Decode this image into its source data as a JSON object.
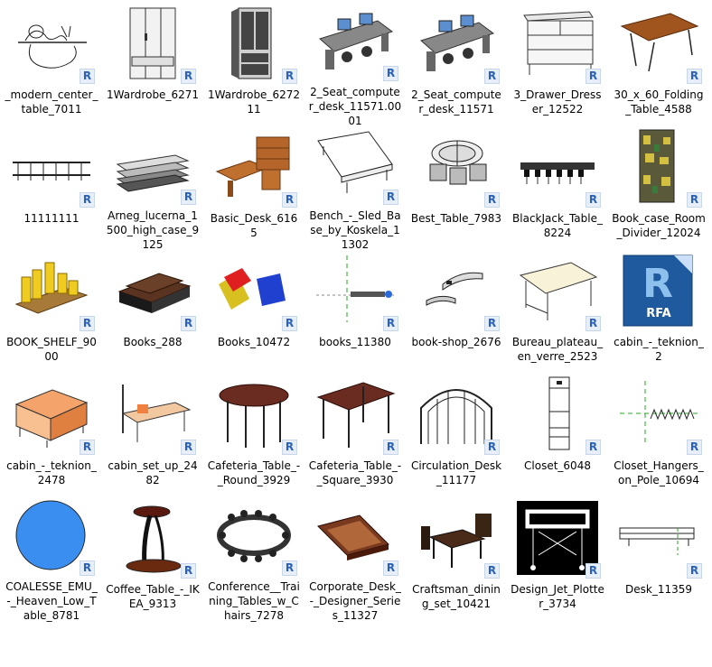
{
  "badge_glyph": "R",
  "files": [
    {
      "name": "_modern_center_table_7011",
      "icon": "modern-center-table-icon"
    },
    {
      "name": "1Wardrobe_6271",
      "icon": "wardrobe-white-icon"
    },
    {
      "name": "1Wardrobe_627211",
      "icon": "wardrobe-dark-icon"
    },
    {
      "name": "2_Seat_computer_desk_11571.0001",
      "icon": "computer-desk-icon"
    },
    {
      "name": "2_Seat_computer_desk_11571",
      "icon": "computer-desk-icon"
    },
    {
      "name": "3_Drawer_Dresser_12522",
      "icon": "dresser-icon"
    },
    {
      "name": "30_x_60_Folding_Table_4588",
      "icon": "folding-table-icon"
    },
    {
      "name": "11111111",
      "icon": "rail-icon"
    },
    {
      "name": "Arneg_lucerna_1500_high_case_9125",
      "icon": "display-case-icon"
    },
    {
      "name": "Basic_Desk_6165",
      "icon": "basic-desk-icon"
    },
    {
      "name": "Bench_-_Sled_Base_by_Koskela_11302",
      "icon": "bench-icon"
    },
    {
      "name": "Best_Table_7983",
      "icon": "round-table-set-icon"
    },
    {
      "name": "BlackJack_Table_8224",
      "icon": "blackjack-table-icon"
    },
    {
      "name": "Book_case_Room_Divider_12024",
      "icon": "bookcase-divider-icon"
    },
    {
      "name": "BOOK_SHELF_9000",
      "icon": "book-shelf-icon"
    },
    {
      "name": "Books_288",
      "icon": "books-dark-icon"
    },
    {
      "name": "Books_10472",
      "icon": "books-colored-icon"
    },
    {
      "name": "books_11380",
      "icon": "books-axis-icon"
    },
    {
      "name": "book-shop_2676",
      "icon": "book-shop-icon"
    },
    {
      "name": "Bureau_plateau_en_verre_2523",
      "icon": "glass-desk-icon"
    },
    {
      "name": "cabin_-_teknion_2",
      "icon": "rfa-file-icon",
      "rfa_label": "RFA"
    },
    {
      "name": "cabin_-_teknion_2478",
      "icon": "cabin-orange-icon"
    },
    {
      "name": "cabin_set_up_2482",
      "icon": "cabin-setup-icon"
    },
    {
      "name": "Cafeteria_Table_-_Round_3929",
      "icon": "round-cafe-table-icon"
    },
    {
      "name": "Cafeteria_Table_-_Square_3930",
      "icon": "square-cafe-table-icon"
    },
    {
      "name": "Circulation_Desk_11177",
      "icon": "circulation-desk-icon"
    },
    {
      "name": "Closet_6048",
      "icon": "closet-icon"
    },
    {
      "name": "Closet_Hangers_on_Pole_10694",
      "icon": "hangers-icon"
    },
    {
      "name": "COALESSE_EMU_-_Heaven_Low_Table_8781",
      "icon": "blue-circle-table-icon"
    },
    {
      "name": "Coffee_Table_-_IKEA_9313",
      "icon": "coffee-table-icon"
    },
    {
      "name": "Conference__Training_Tables_w_Chairs_7278",
      "icon": "conference-table-icon"
    },
    {
      "name": "Corporate_Desk_-_Designer_Series_11327",
      "icon": "corporate-desk-icon"
    },
    {
      "name": "Craftsman_dining_set_10421",
      "icon": "dining-set-icon"
    },
    {
      "name": "Design_Jet_Plotter_3734",
      "icon": "plotter-icon"
    },
    {
      "name": "Desk_11359",
      "icon": "desk-outline-icon"
    }
  ]
}
